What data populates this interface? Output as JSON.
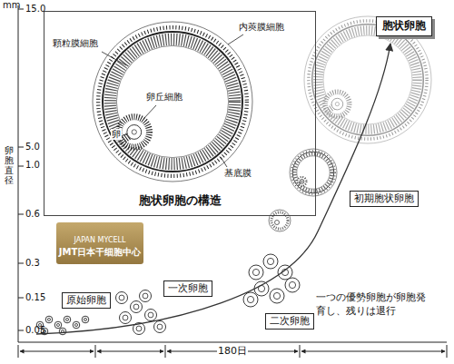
{
  "diagram": {
    "nodes": [
      {
        "text": [
          "胞状卵胞の構造"
        ]
      },
      {
        "text": [
          "原始卵胞"
        ]
      },
      {
        "text": [
          "一次卵胞"
        ]
      },
      {
        "text": [
          "二次卵胞"
        ]
      },
      {
        "text": [
          "初期胞状卵胞"
        ]
      },
      {
        "text": [
          "胞状卵胞"
        ]
      },
      {
        "text": [
          "JAPAN MYCELL",
          "JMT日本干细胞中心"
        ]
      }
    ],
    "labels": [
      "mm",
      "15.0",
      "5.0",
      "1.0",
      "0.6",
      "0.3",
      "0.15",
      "0.05",
      "卵胞直径",
      "内莢膜細胞",
      "顆粒膜細胞",
      "卵丘細胞",
      "卵",
      "基底膜",
      "一つの優勢卵胞が卵胞発育し、残りは退行",
      "180日"
    ]
  }
}
